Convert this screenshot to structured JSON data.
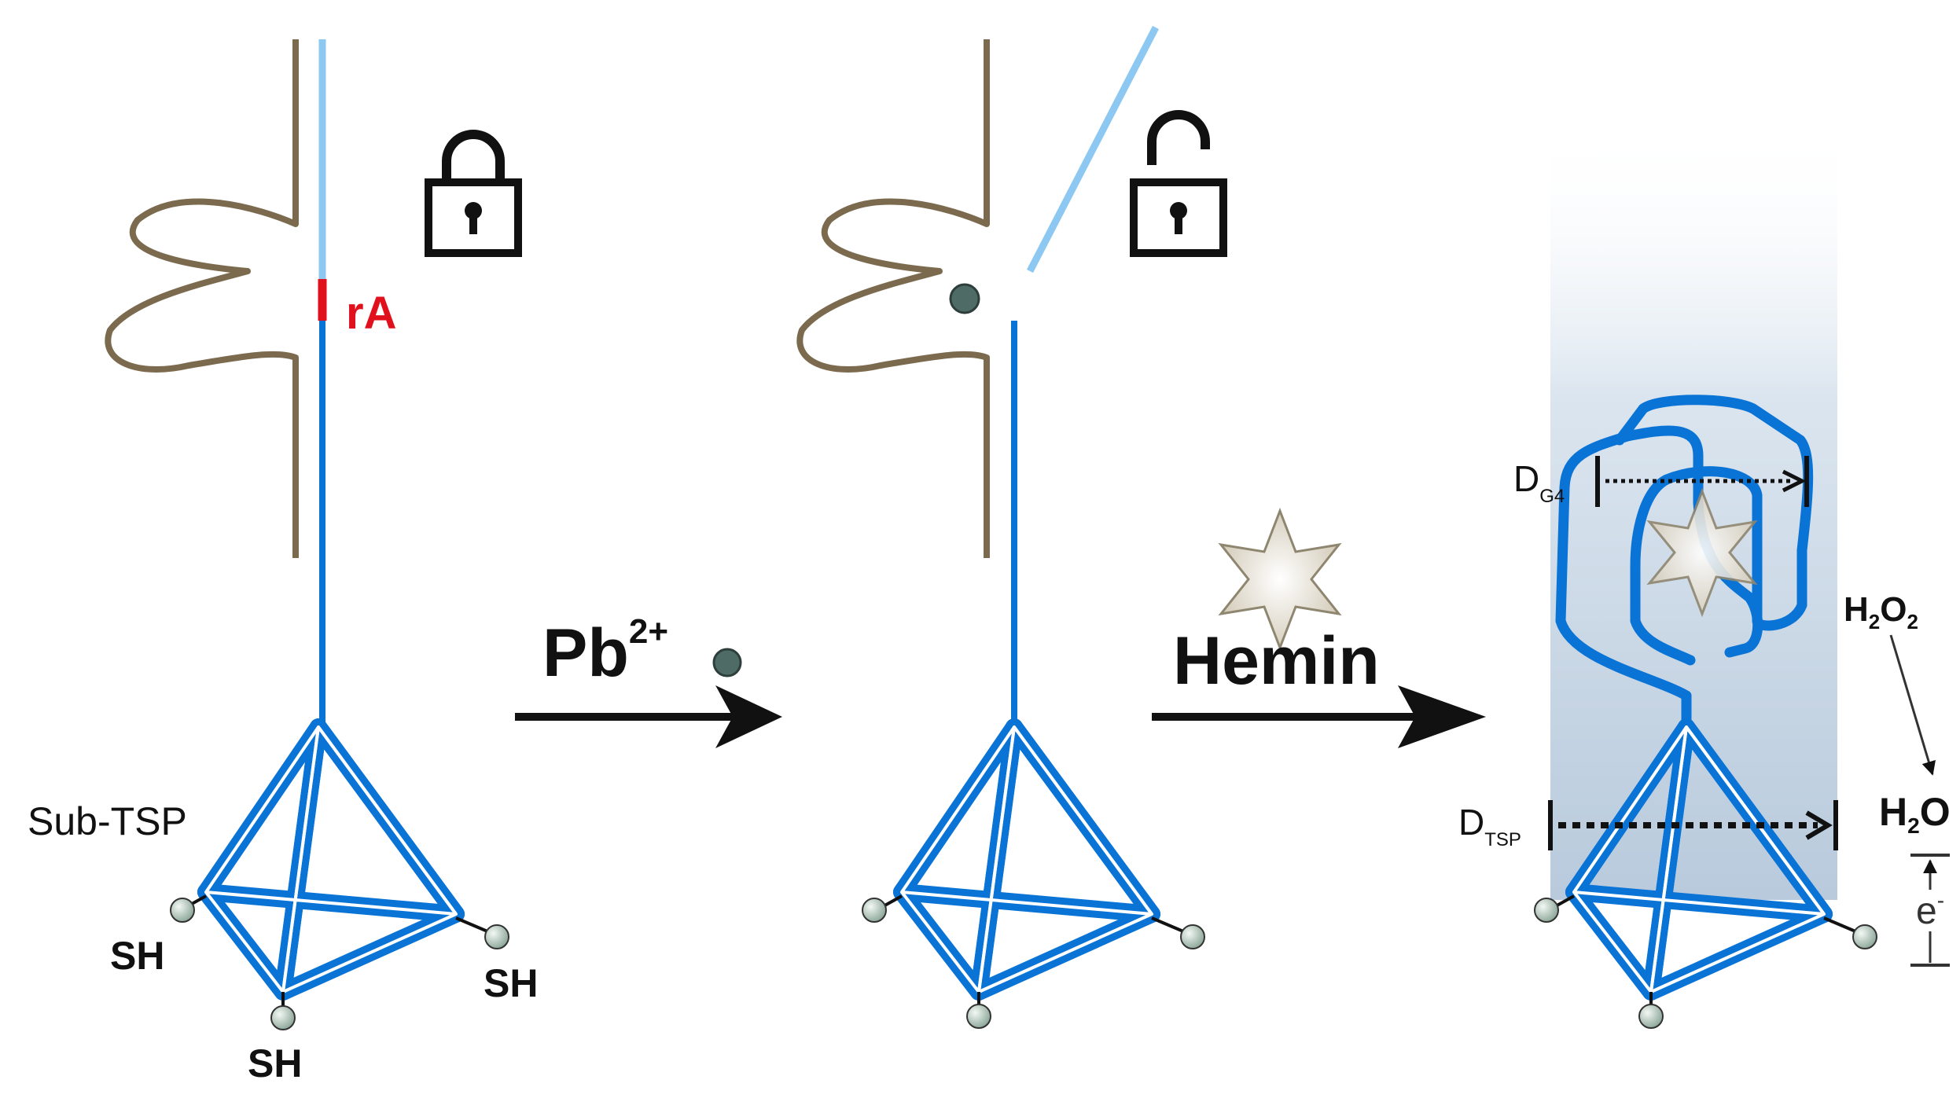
{
  "labels": {
    "ra": "rA",
    "sub_tsp": "Sub-TSP",
    "sh": "SH",
    "pb": "Pb",
    "pb_charge": "2+",
    "hemin": "Hemin",
    "d": "D",
    "g4_sub": "G4",
    "tsp_sub": "TSP",
    "h2o2": [
      "H",
      "2",
      "O",
      "2"
    ],
    "h2o": [
      "H",
      "2",
      "O"
    ],
    "e": "e",
    "e_sup": "-"
  },
  "colors": {
    "strand": "#0a73d6",
    "strand_light": "#8cc8f2",
    "aptamer": "#7b6a4e",
    "cleavage_site": "#e0101c",
    "ion": "#4e6b66",
    "thiol_bead": "#b4c8bc",
    "hemin_star": "#ece7dc",
    "glow": "#c2d3e3",
    "arrow": "#111111"
  },
  "icons": [
    "lock-closed-icon",
    "lock-open-icon",
    "hemin-star-icon",
    "lead-ion-icon"
  ]
}
